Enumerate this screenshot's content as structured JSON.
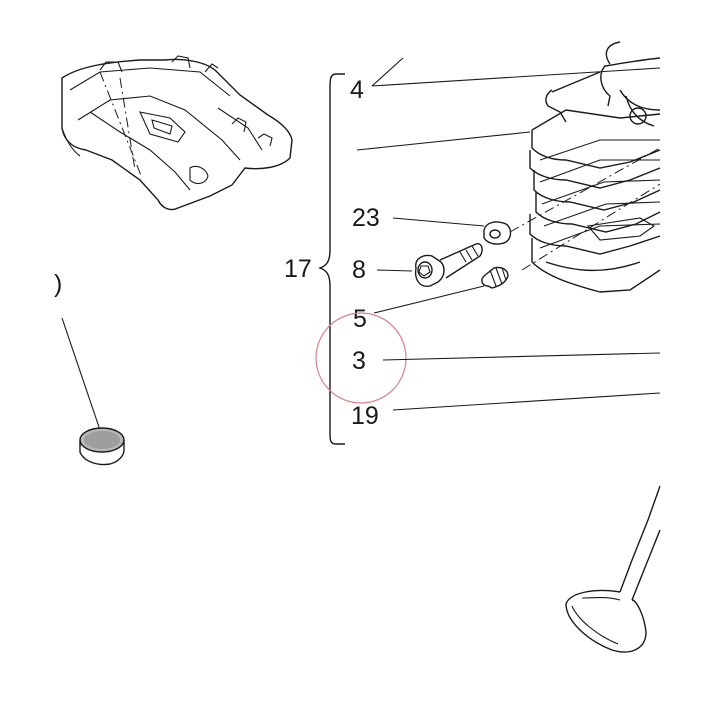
{
  "callouts": {
    "c4": "4",
    "c23": "23",
    "c17": "17",
    "c8": "8",
    "c5": "5",
    "c3": "3",
    "c19": "19",
    "c_partial": ")"
  },
  "colors": {
    "line": "#1a1a1a",
    "highlight_circle": "#d9808a",
    "background": "#ffffff"
  },
  "highlighted_callout": "3"
}
